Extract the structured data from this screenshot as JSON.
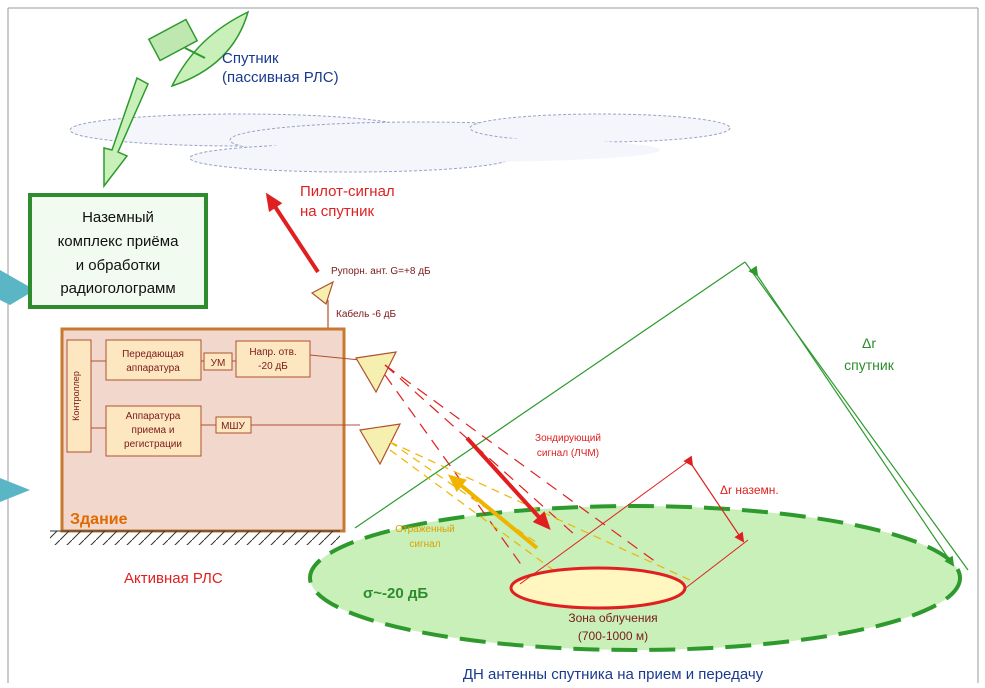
{
  "satellite": {
    "label_line1": "Спутник",
    "label_line2": "(пассивная РЛС)"
  },
  "ground_complex": {
    "line1": "Наземный",
    "line2": "комплекс приёма",
    "line3": "и обработки",
    "line4": "радиоголограмм"
  },
  "pilot_signal": {
    "line1": "Пилот-сигнал",
    "line2": "на спутник"
  },
  "horn_antenna": {
    "label": "Рупорн. ант. G=+8 дБ"
  },
  "cable": {
    "label": "Кабель -6 дБ"
  },
  "building": {
    "label": "Здание",
    "controller": "Контроллер",
    "transmitter_line1": "Передающая",
    "transmitter_line2": "аппаратура",
    "amplifier": "УМ",
    "coupler_line1": "Напр. отв.",
    "coupler_line2": "-20 дБ",
    "receiver_line1": "Аппаратура",
    "receiver_line2": "приема и",
    "receiver_line3": "регистрации",
    "lna": "МШУ"
  },
  "active_radar": {
    "label": "Активная РЛС"
  },
  "probing_signal": {
    "line1": "Зондирующий",
    "line2": "сигнал (ЛЧМ)"
  },
  "reflected_signal": {
    "line1": "Отраженный",
    "line2": "сигнал"
  },
  "delta_r_satellite": {
    "line1": "Δr",
    "line2": "спутник"
  },
  "delta_r_ground": {
    "label": "Δr наземн."
  },
  "sigma": {
    "label": "σ~-20 дБ"
  },
  "irradiation_zone": {
    "line1": "Зона облучения",
    "line2": "(700-1000 м)"
  },
  "antenna_pattern": {
    "label": "ДН антенны спутника на прием и передачу"
  },
  "colors": {
    "green_fill": "#c8f0b8",
    "green_stroke": "#2e9a2e",
    "red": "#e02020",
    "orange": "#f0a000",
    "building_fill": "#f2d8cc",
    "building_stroke": "#c87830"
  }
}
